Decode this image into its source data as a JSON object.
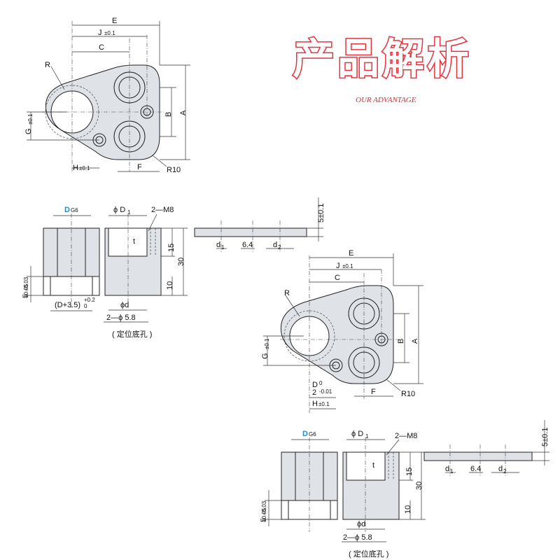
{
  "title": {
    "cn": "产品解析",
    "en": "OUR ADVANTAGE"
  },
  "colors": {
    "title_red": "#e8303a",
    "highlight_blue": "#1a8fd6",
    "part_fill": "#dfe3e8"
  },
  "top_view": {
    "E": "E",
    "J": "J",
    "C": "C",
    "R": "R",
    "B": "B",
    "A": "A",
    "G": "G",
    "H": "H",
    "F": "F",
    "R10": "R10",
    "tol01": "±0.1"
  },
  "side_view": {
    "D": "D",
    "G6": "G6",
    "phiD1": "ϕ D",
    "D1sub": "1",
    "M8": "2—M8",
    "t": "t",
    "d15": "15",
    "d30": "30",
    "d10": "10",
    "five": "5",
    "tol_plus": "+0.05",
    "tol_plus2": "+0.03",
    "D35": "(D+3.5)",
    "D35tol1": "+0.2",
    "D35tol2": "0",
    "phid": "ϕd",
    "phi58": "2—ϕ 5.8",
    "caption": "( 定位底孔 )"
  },
  "plate_view": {
    "d1": "d",
    "d1sub": "1",
    "d64": "6.4",
    "d2": "d",
    "d2sub": "2",
    "five": "5±0.1"
  },
  "top_view2": {
    "E": "E",
    "J": "J",
    "C": "C",
    "R": "R",
    "B": "B",
    "A": "A",
    "G": "G",
    "H": "H",
    "F": "F",
    "R10": "R10",
    "tol01": "±0.1",
    "D0": "D",
    "D0tol1": "0",
    "D0tol2": "-0.01",
    "two": "2"
  }
}
